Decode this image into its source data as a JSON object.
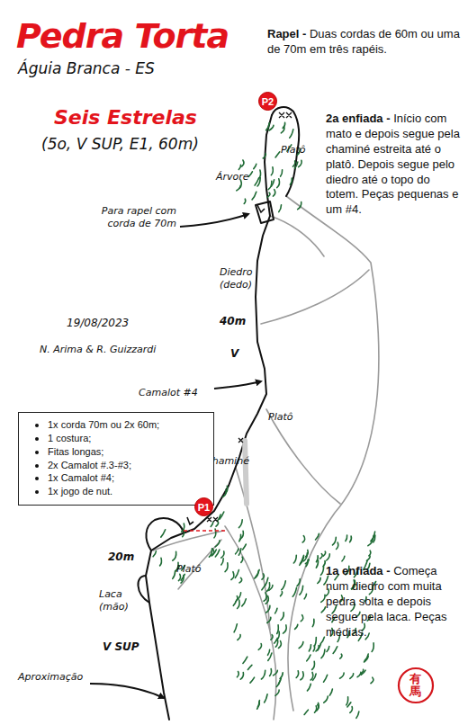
{
  "diagram": {
    "title": "Pedra Torta",
    "nodes": [
      {
        "text": [
          "P2"
        ]
      },
      {
        "text": [
          "1x corda 70m ou 2x 60m;",
          "1 costura;",
          "Fitas longas;",
          "2x Camalot #.3-#3;",
          "1x Camalot #4;",
          "1x jogo de nut."
        ]
      },
      {
        "text": [
          "P1"
        ]
      }
    ],
    "labels": [
      "Águia Branca - ES",
      "Seis Estrelas",
      "(5o, V SUP, E1, 60m)",
      "Rapel -",
      "Duas cordas de 60m ou uma de 70m em três rapéis.",
      "2a enfiada -",
      "Início com mato e depois segue pela chaminé estreita até o platô. Depois segue pelo diedro até o topo do totem. Peças pequenas e um #4.",
      "Platô",
      "Árvore",
      "Para rapel com corda de 70m",
      "Diedro (dedo)",
      "40m",
      "V",
      "19/08/2023",
      "N. Arima & R. Guizzardi",
      "Camalot #4",
      "Platô",
      "Chaminé",
      "20m",
      "Platô",
      "Laca (mão)",
      "V SUP",
      "Aproximação",
      "1a enfiada -",
      "Começa num diedro com muita pedra solta e depois segue pela laca. Peças médias.",
      "有馬"
    ]
  }
}
